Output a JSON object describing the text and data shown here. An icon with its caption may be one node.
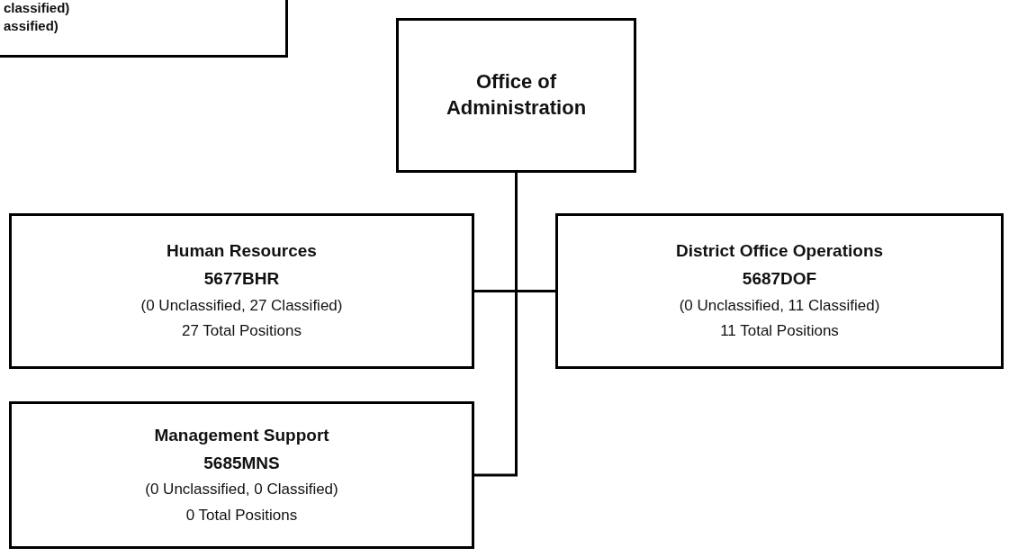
{
  "diagram": {
    "nodes": [
      {
        "text": [
          "classified)",
          "assified)"
        ]
      },
      {
        "text": [
          "Office of Administration"
        ]
      },
      {
        "text": [
          "Human Resources",
          "5677BHR",
          "(0 Unclassified, 27 Classified)",
          "27 Total Positions"
        ]
      },
      {
        "text": [
          "District Office Operations",
          "5687DOF",
          "(0 Unclassified, 11 Classified)",
          "11 Total Positions"
        ]
      },
      {
        "text": [
          "Management Support",
          "5685MNS",
          "(0 Unclassified, 0 Classified)",
          "0 Total Positions"
        ]
      }
    ],
    "edges": [
      {
        "from": 1,
        "to": 2,
        "arrow": "none"
      },
      {
        "from": 1,
        "to": 3,
        "arrow": "none"
      },
      {
        "from": 1,
        "to": 4,
        "arrow": "none"
      }
    ]
  }
}
